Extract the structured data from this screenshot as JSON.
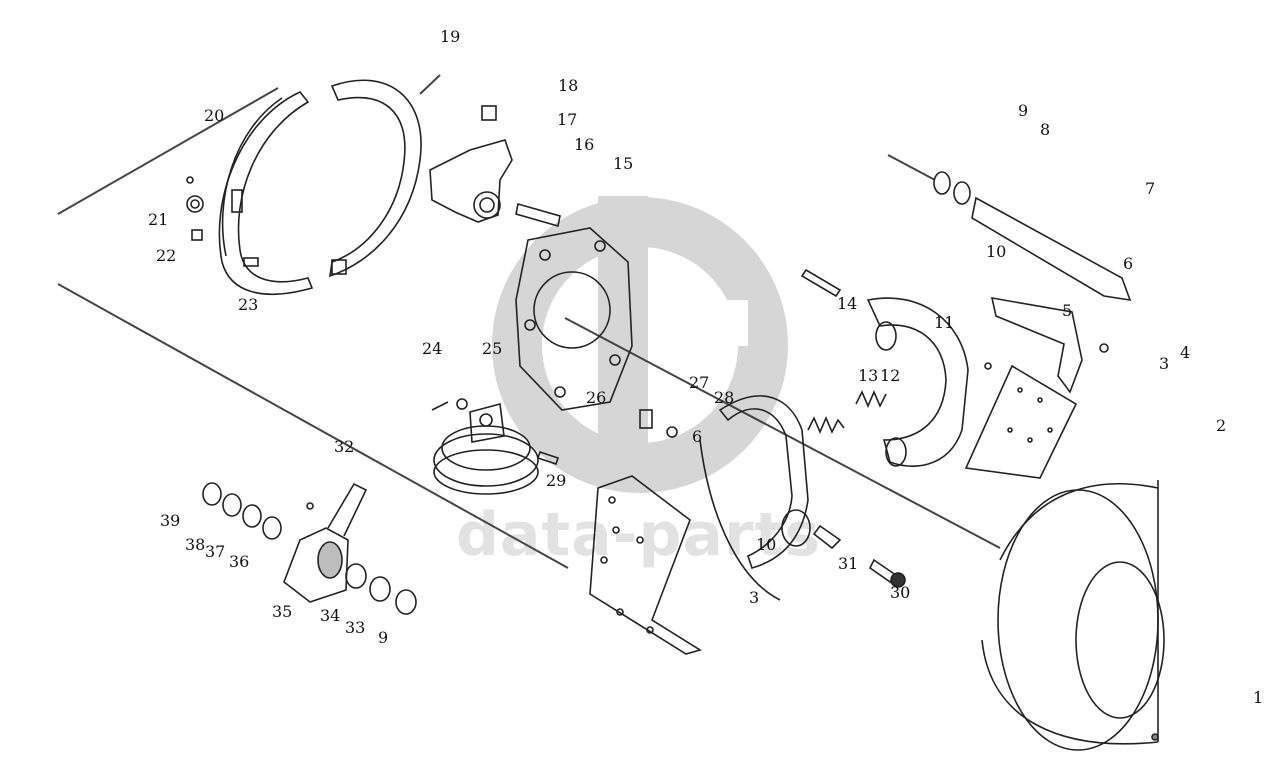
{
  "watermark": {
    "text": "data-parts",
    "color": "#dcdcdc"
  },
  "callouts": [
    {
      "n": "19"
    },
    {
      "n": "18"
    },
    {
      "n": "17"
    },
    {
      "n": "16"
    },
    {
      "n": "15"
    },
    {
      "n": "20"
    },
    {
      "n": "21"
    },
    {
      "n": "22"
    },
    {
      "n": "23"
    },
    {
      "n": "9"
    },
    {
      "n": "8"
    },
    {
      "n": "7"
    },
    {
      "n": "10"
    },
    {
      "n": "6"
    },
    {
      "n": "14"
    },
    {
      "n": "11"
    },
    {
      "n": "5"
    },
    {
      "n": "3"
    },
    {
      "n": "4"
    },
    {
      "n": "2"
    },
    {
      "n": "24"
    },
    {
      "n": "25"
    },
    {
      "n": "26"
    },
    {
      "n": "27"
    },
    {
      "n": "28"
    },
    {
      "n": "6"
    },
    {
      "n": "13"
    },
    {
      "n": "12"
    },
    {
      "n": "32"
    },
    {
      "n": "29"
    },
    {
      "n": "39"
    },
    {
      "n": "38"
    },
    {
      "n": "37"
    },
    {
      "n": "36"
    },
    {
      "n": "35"
    },
    {
      "n": "34"
    },
    {
      "n": "33"
    },
    {
      "n": "9"
    },
    {
      "n": "10"
    },
    {
      "n": "31"
    },
    {
      "n": "30"
    },
    {
      "n": "3"
    },
    {
      "n": "1"
    }
  ]
}
